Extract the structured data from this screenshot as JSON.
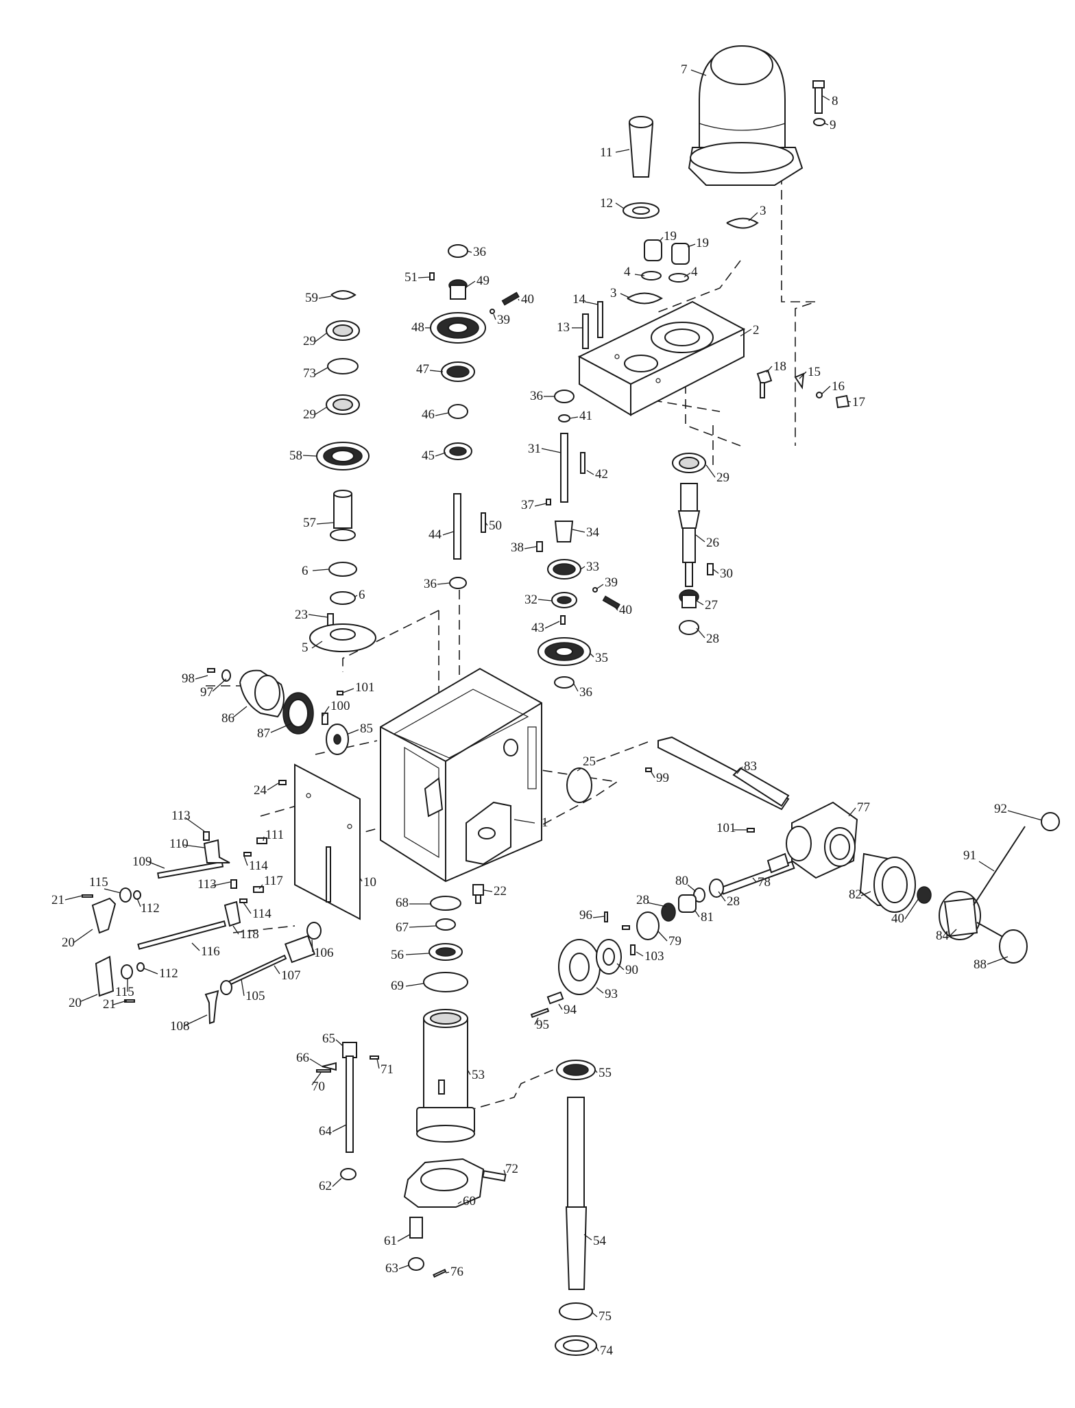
{
  "diagram": {
    "callouts": [
      {
        "id": "c-1",
        "label": "1"
      },
      {
        "id": "c-2",
        "label": "2"
      },
      {
        "id": "c-3a",
        "label": "3"
      },
      {
        "id": "c-3b",
        "label": "3"
      },
      {
        "id": "c-4a",
        "label": "4"
      },
      {
        "id": "c-4b",
        "label": "4"
      },
      {
        "id": "c-5",
        "label": "5"
      },
      {
        "id": "c-6a",
        "label": "6"
      },
      {
        "id": "c-6b",
        "label": "6"
      },
      {
        "id": "c-7",
        "label": "7"
      },
      {
        "id": "c-8",
        "label": "8"
      },
      {
        "id": "c-9",
        "label": "9"
      },
      {
        "id": "c-10",
        "label": "10"
      },
      {
        "id": "c-11",
        "label": "11"
      },
      {
        "id": "c-12",
        "label": "12"
      },
      {
        "id": "c-13",
        "label": "13"
      },
      {
        "id": "c-14",
        "label": "14"
      },
      {
        "id": "c-15",
        "label": "15"
      },
      {
        "id": "c-16",
        "label": "16"
      },
      {
        "id": "c-17",
        "label": "17"
      },
      {
        "id": "c-18",
        "label": "18"
      },
      {
        "id": "c-19a",
        "label": "19"
      },
      {
        "id": "c-19b",
        "label": "19"
      },
      {
        "id": "c-20a",
        "label": "20"
      },
      {
        "id": "c-20b",
        "label": "20"
      },
      {
        "id": "c-21a",
        "label": "21"
      },
      {
        "id": "c-21b",
        "label": "21"
      },
      {
        "id": "c-22",
        "label": "22"
      },
      {
        "id": "c-23",
        "label": "23"
      },
      {
        "id": "c-24",
        "label": "24"
      },
      {
        "id": "c-25",
        "label": "25"
      },
      {
        "id": "c-26",
        "label": "26"
      },
      {
        "id": "c-27",
        "label": "27"
      },
      {
        "id": "c-28a",
        "label": "28"
      },
      {
        "id": "c-28b",
        "label": "28"
      },
      {
        "id": "c-28c",
        "label": "28"
      },
      {
        "id": "c-29a",
        "label": "29"
      },
      {
        "id": "c-29b",
        "label": "29"
      },
      {
        "id": "c-29c",
        "label": "29"
      },
      {
        "id": "c-30",
        "label": "30"
      },
      {
        "id": "c-31",
        "label": "31"
      },
      {
        "id": "c-32",
        "label": "32"
      },
      {
        "id": "c-33",
        "label": "33"
      },
      {
        "id": "c-34",
        "label": "34"
      },
      {
        "id": "c-35",
        "label": "35"
      },
      {
        "id": "c-36a",
        "label": "36"
      },
      {
        "id": "c-36b",
        "label": "36"
      },
      {
        "id": "c-36c",
        "label": "36"
      },
      {
        "id": "c-36d",
        "label": "36"
      },
      {
        "id": "c-37",
        "label": "37"
      },
      {
        "id": "c-38",
        "label": "38"
      },
      {
        "id": "c-39a",
        "label": "39"
      },
      {
        "id": "c-39b",
        "label": "39"
      },
      {
        "id": "c-40a",
        "label": "40"
      },
      {
        "id": "c-40b",
        "label": "40"
      },
      {
        "id": "c-40c",
        "label": "40"
      },
      {
        "id": "c-41",
        "label": "41"
      },
      {
        "id": "c-42",
        "label": "42"
      },
      {
        "id": "c-43",
        "label": "43"
      },
      {
        "id": "c-44",
        "label": "44"
      },
      {
        "id": "c-45",
        "label": "45"
      },
      {
        "id": "c-46",
        "label": "46"
      },
      {
        "id": "c-47",
        "label": "47"
      },
      {
        "id": "c-48",
        "label": "48"
      },
      {
        "id": "c-49",
        "label": "49"
      },
      {
        "id": "c-50",
        "label": "50"
      },
      {
        "id": "c-51",
        "label": "51"
      },
      {
        "id": "c-53",
        "label": "53"
      },
      {
        "id": "c-54",
        "label": "54"
      },
      {
        "id": "c-55",
        "label": "55"
      },
      {
        "id": "c-56",
        "label": "56"
      },
      {
        "id": "c-57",
        "label": "57"
      },
      {
        "id": "c-58",
        "label": "58"
      },
      {
        "id": "c-59",
        "label": "59"
      },
      {
        "id": "c-60",
        "label": "60"
      },
      {
        "id": "c-61",
        "label": "61"
      },
      {
        "id": "c-62",
        "label": "62"
      },
      {
        "id": "c-63",
        "label": "63"
      },
      {
        "id": "c-64",
        "label": "64"
      },
      {
        "id": "c-65",
        "label": "65"
      },
      {
        "id": "c-66",
        "label": "66"
      },
      {
        "id": "c-67",
        "label": "67"
      },
      {
        "id": "c-68",
        "label": "68"
      },
      {
        "id": "c-69",
        "label": "69"
      },
      {
        "id": "c-70",
        "label": "70"
      },
      {
        "id": "c-71",
        "label": "71"
      },
      {
        "id": "c-72",
        "label": "72"
      },
      {
        "id": "c-73",
        "label": "73"
      },
      {
        "id": "c-74",
        "label": "74"
      },
      {
        "id": "c-75",
        "label": "75"
      },
      {
        "id": "c-76",
        "label": "76"
      },
      {
        "id": "c-77",
        "label": "77"
      },
      {
        "id": "c-78",
        "label": "78"
      },
      {
        "id": "c-79",
        "label": "79"
      },
      {
        "id": "c-80",
        "label": "80"
      },
      {
        "id": "c-81",
        "label": "81"
      },
      {
        "id": "c-82",
        "label": "82"
      },
      {
        "id": "c-83",
        "label": "83"
      },
      {
        "id": "c-84",
        "label": "84"
      },
      {
        "id": "c-85",
        "label": "85"
      },
      {
        "id": "c-86",
        "label": "86"
      },
      {
        "id": "c-87",
        "label": "87"
      },
      {
        "id": "c-88",
        "label": "88"
      },
      {
        "id": "c-90",
        "label": "90"
      },
      {
        "id": "c-91",
        "label": "91"
      },
      {
        "id": "c-92",
        "label": "92"
      },
      {
        "id": "c-93",
        "label": "93"
      },
      {
        "id": "c-94",
        "label": "94"
      },
      {
        "id": "c-95",
        "label": "95"
      },
      {
        "id": "c-96",
        "label": "96"
      },
      {
        "id": "c-97",
        "label": "97"
      },
      {
        "id": "c-98",
        "label": "98"
      },
      {
        "id": "c-99",
        "label": "99"
      },
      {
        "id": "c-100",
        "label": "100"
      },
      {
        "id": "c-101a",
        "label": "101"
      },
      {
        "id": "c-101b",
        "label": "101"
      },
      {
        "id": "c-103",
        "label": "103"
      },
      {
        "id": "c-105",
        "label": "105"
      },
      {
        "id": "c-106",
        "label": "106"
      },
      {
        "id": "c-107",
        "label": "107"
      },
      {
        "id": "c-108",
        "label": "108"
      },
      {
        "id": "c-109",
        "label": "109"
      },
      {
        "id": "c-110",
        "label": "110"
      },
      {
        "id": "c-111",
        "label": "111"
      },
      {
        "id": "c-112a",
        "label": "112"
      },
      {
        "id": "c-112b",
        "label": "112"
      },
      {
        "id": "c-113a",
        "label": "113"
      },
      {
        "id": "c-113b",
        "label": "113"
      },
      {
        "id": "c-114a",
        "label": "114"
      },
      {
        "id": "c-114b",
        "label": "114"
      },
      {
        "id": "c-115a",
        "label": "115"
      },
      {
        "id": "c-115b",
        "label": "115"
      },
      {
        "id": "c-116",
        "label": "116"
      },
      {
        "id": "c-117",
        "label": "117"
      },
      {
        "id": "c-118",
        "label": "118"
      }
    ]
  }
}
